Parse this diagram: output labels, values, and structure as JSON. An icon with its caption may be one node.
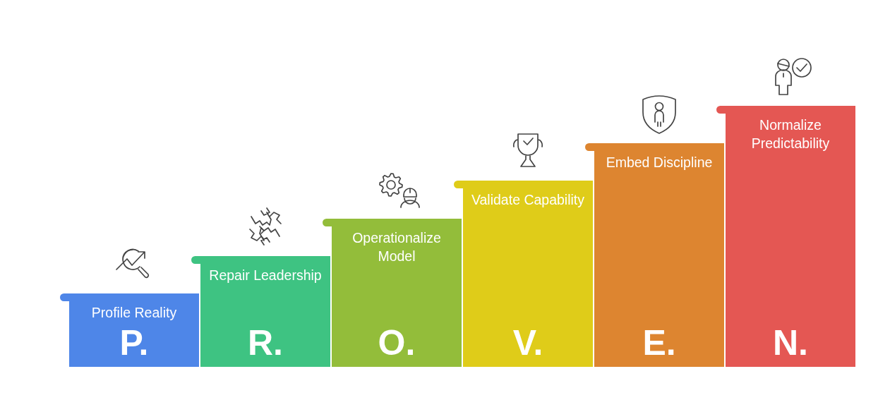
{
  "diagram": {
    "nodes": [
      {
        "text": [
          "Profile Reality",
          "P."
        ]
      },
      {
        "text": [
          "Repair Leadership",
          "R."
        ]
      },
      {
        "text": [
          "Operationalize Model",
          "O."
        ]
      },
      {
        "text": [
          "Validate Capability",
          "V."
        ]
      },
      {
        "text": [
          "Embed Discipline",
          "E."
        ]
      },
      {
        "text": [
          "Normalize Predictability",
          "N."
        ]
      }
    ]
  }
}
